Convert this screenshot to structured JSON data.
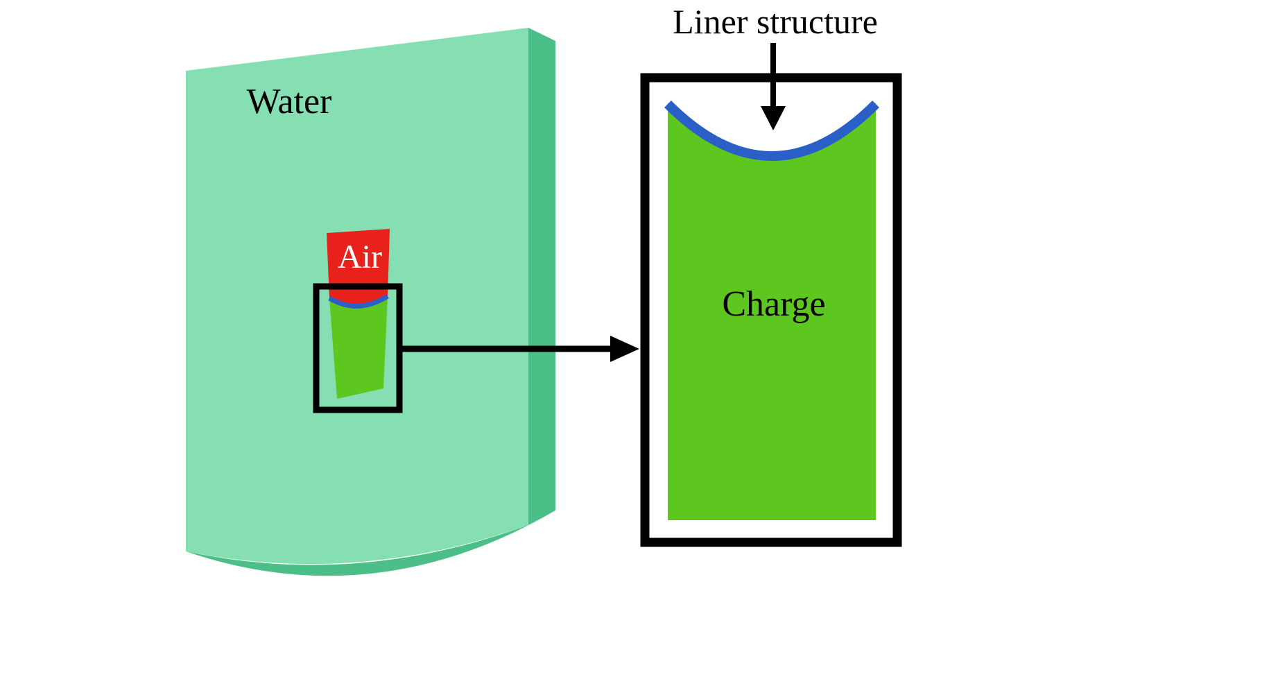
{
  "figure": {
    "labels": {
      "water": "Water",
      "air": "Air",
      "charge": "Charge",
      "liner": "Liner structure"
    },
    "colors": {
      "background": "#ffffff",
      "water_front": "#85dfb2",
      "water_side": "#4cbe87",
      "air_red": "#e8211d",
      "charge_green": "#5dc720",
      "liner_blue": "#2b5fc8",
      "outline": "#000000",
      "air_label_color": "#ffffff",
      "text_color": "#000000"
    }
  }
}
